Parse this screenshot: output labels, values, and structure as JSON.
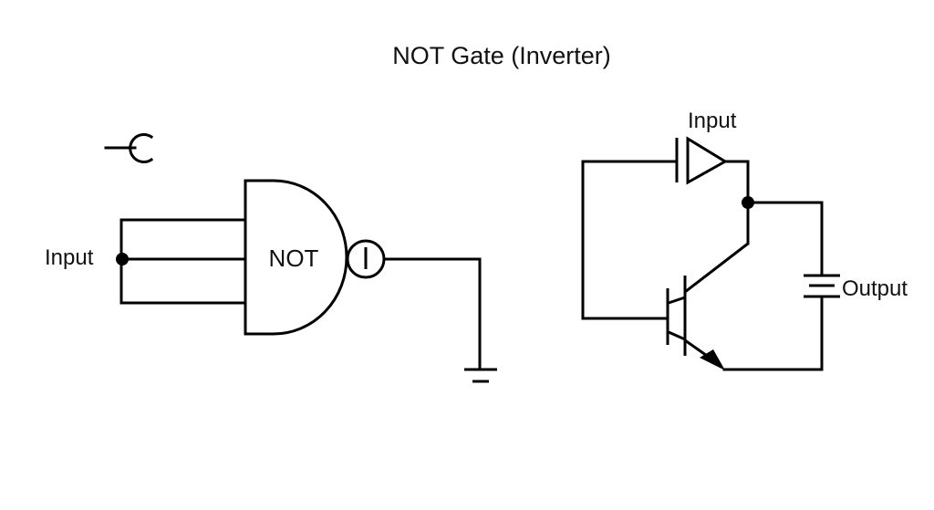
{
  "title": "NOT Gate (Inverter)",
  "left_diagram": {
    "input_label": "Input",
    "gate_label": "NOT",
    "bubble_label": "I",
    "symbol_icon": "entry-terminal-icon",
    "ground_icon": "ground-icon"
  },
  "right_diagram": {
    "input_label": "Input",
    "output_label": "Output",
    "transistor_icon": "npn-transistor-icon",
    "capacitor_icon": "capacitor-icon"
  }
}
